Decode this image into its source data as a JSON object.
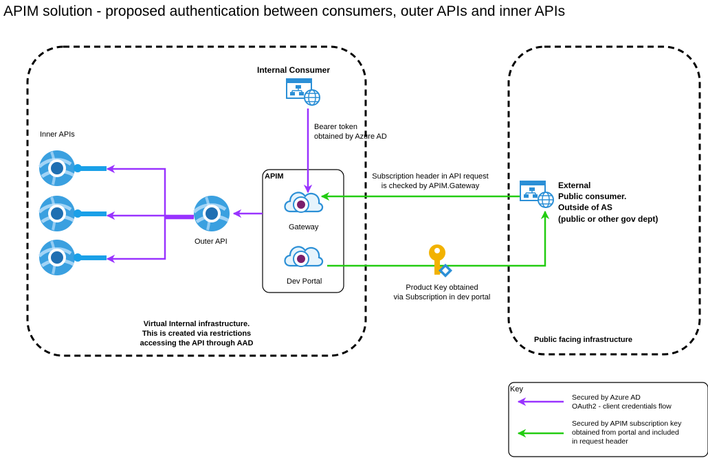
{
  "title": "APIM solution - proposed authentication between consumers, outer APIs and inner APIs",
  "colors": {
    "azure_ad_flow": "#9933ff",
    "apim_subscription_flow": "#22cc11",
    "api_icon_blue": "#3aa0e0",
    "key_gold": "#f2b200"
  },
  "labels": {
    "internal_consumer": "Internal Consumer",
    "bearer_token": [
      "Bearer token",
      "obtained by Azure AD"
    ],
    "inner_apis": "Inner APIs",
    "outer_api": "Outer API",
    "apim": "APIM",
    "gateway": "Gateway",
    "dev_portal": "Dev Portal",
    "subscription_header": [
      "Subscription header in API request",
      "is checked by APIM.Gateway"
    ],
    "external_consumer": [
      "External",
      "Public consumer.",
      "Outside of AS",
      "(public or other gov dept)"
    ],
    "product_key": [
      "Product Key obtained",
      "via Subscription in dev portal"
    ],
    "virtual_internal": [
      "Virtual Internal infrastructure.",
      "This is created via restrictions",
      "accessing the API through AAD"
    ],
    "public_facing": "Public facing infrastructure"
  },
  "key": {
    "title": "Key",
    "azure_ad": [
      "Secured by Azure AD",
      "OAuth2 - client credentials flow"
    ],
    "apim_key": [
      "Secured by APIM subscription key",
      "obtained from portal and included",
      "in request header"
    ]
  }
}
